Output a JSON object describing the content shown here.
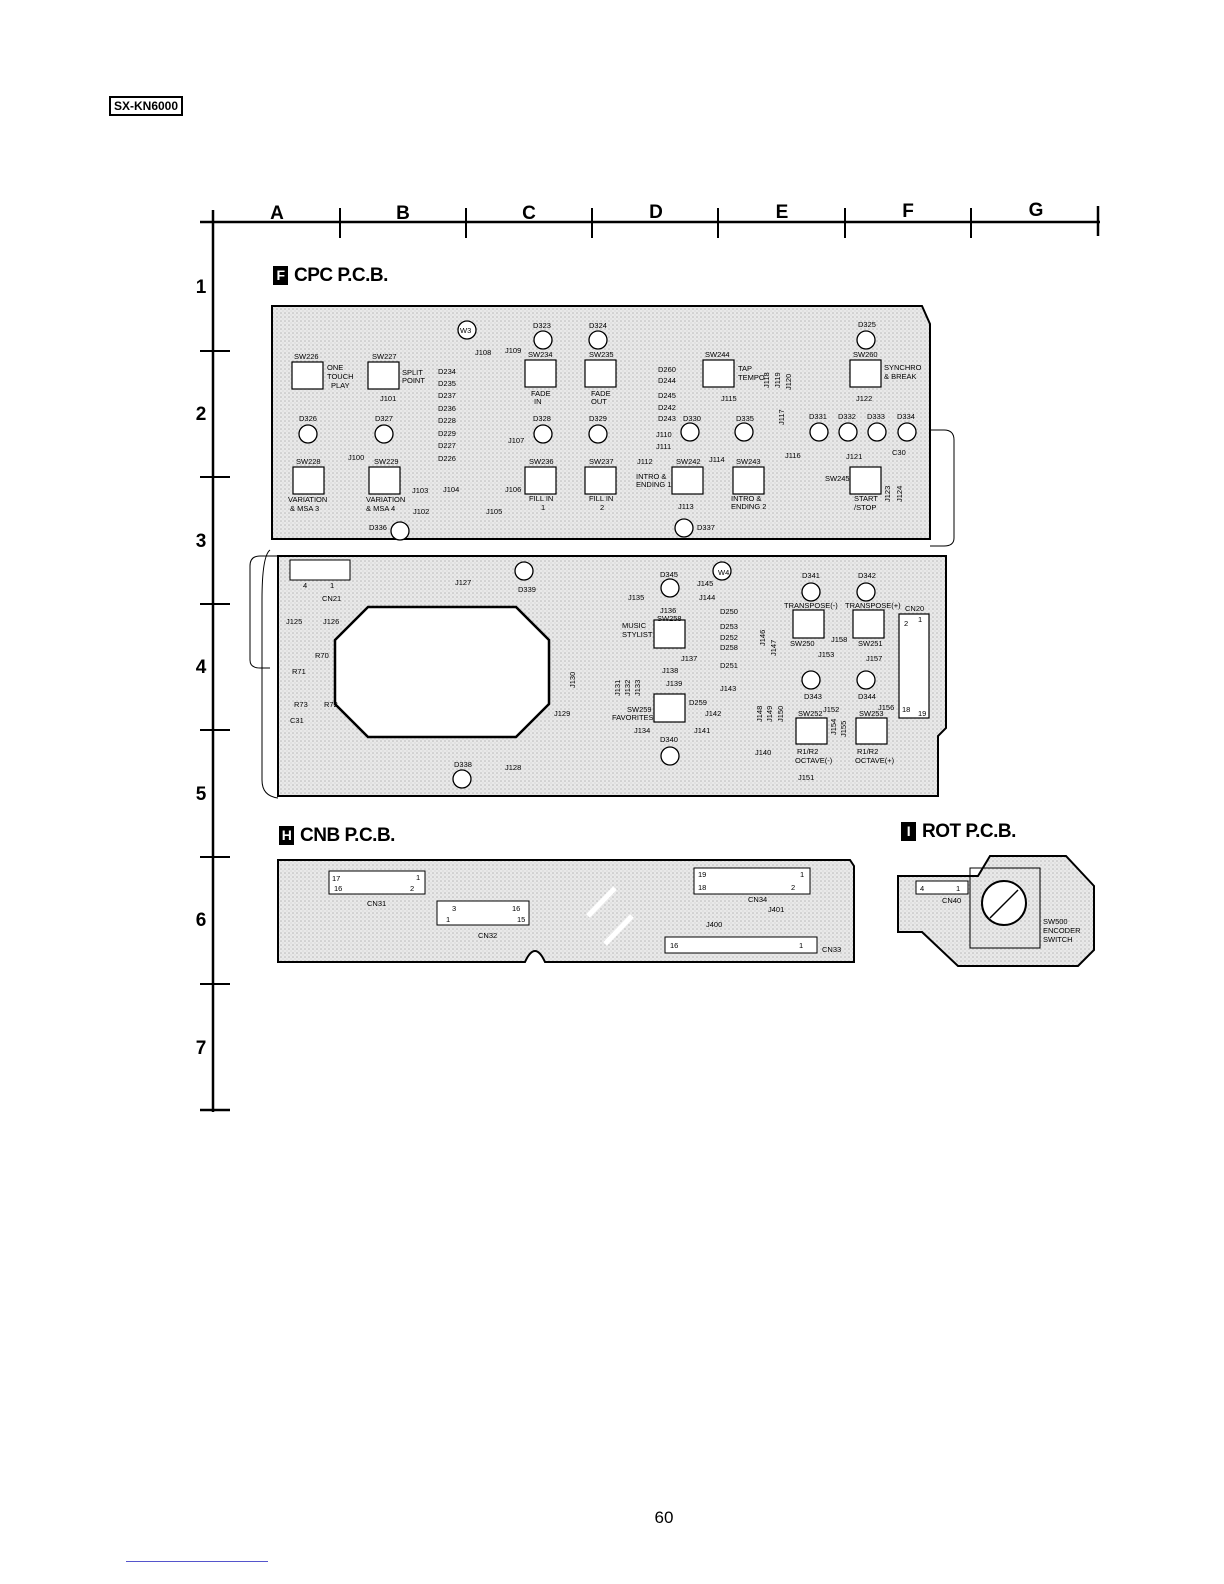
{
  "header": {
    "model": "SX-KN6000"
  },
  "grid": {
    "columns": [
      "A",
      "B",
      "C",
      "D",
      "E",
      "F",
      "G"
    ],
    "rows": [
      "1",
      "2",
      "3",
      "4",
      "5",
      "6",
      "7"
    ]
  },
  "sections": {
    "cpc": {
      "letter": "F",
      "title": "CPC P.C.B."
    },
    "cnb": {
      "letter": "H",
      "title": "CNB P.C.B."
    },
    "rot": {
      "letter": "I",
      "title": "ROT P.C.B."
    }
  },
  "cpc_labels": {
    "sw226": "SW226",
    "one_touch": "ONE",
    "one_touch2": "TOUCH",
    "one_touch3": "PLAY",
    "sw227": "SW227",
    "split": "SPLIT",
    "point": "POINT",
    "j101": "J101",
    "w3": "W3",
    "j108": "J108",
    "j109": "J109",
    "d323": "D323",
    "sw234": "SW234",
    "fade_in": "FADE",
    "fade_in2": "IN",
    "d324": "D324",
    "sw235": "SW235",
    "fade_out": "FADE",
    "fade_out2": "OUT",
    "d260": "D260",
    "d244": "D244",
    "d245": "D245",
    "d242": "D242",
    "d243": "D243",
    "sw244": "SW244",
    "tap": "TAP",
    "tempo": "TEMPO",
    "j115": "J115",
    "j118": "J118",
    "j119": "J119",
    "j120": "J120",
    "d325": "D325",
    "sw260": "SW260",
    "synchro": "SYNCHRO",
    "break": "& BREAK",
    "j122": "J122",
    "d234": "D234",
    "d235": "D235",
    "d237": "D237",
    "d236": "D236",
    "d228": "D228",
    "d229": "D229",
    "d227": "D227",
    "d226": "D226",
    "d326": "D326",
    "d327": "D327",
    "d328": "D328",
    "d329": "D329",
    "d330": "D330",
    "d335": "D335",
    "d331": "D331",
    "d332": "D332",
    "d333": "D333",
    "d334": "D334",
    "j107": "J107",
    "j110": "J110",
    "j111": "J111",
    "j112": "J112",
    "j114": "J114",
    "j116": "J116",
    "j117": "J117",
    "sw228": "SW228",
    "var3": "VARIATION",
    "msa3": "& MSA 3",
    "j100": "J100",
    "sw229": "SW229",
    "var4": "VARIATION",
    "msa4": "& MSA 4",
    "j103": "J103",
    "j104": "J104",
    "j102": "J102",
    "j105": "J105",
    "j106": "J106",
    "sw236": "SW236",
    "fill1": "FILL IN",
    "fill1n": "1",
    "sw237": "SW237",
    "fill2": "FILL IN",
    "fill2n": "2",
    "intro1": "INTRO &",
    "ending1": "ENDING 1",
    "sw242": "SW242",
    "sw243": "SW243",
    "intro2": "INTRO &",
    "ending2": "ENDING 2",
    "j121": "J121",
    "c30": "C30",
    "sw245": "SW245",
    "start": "START",
    "stop": "/STOP",
    "j123": "J123",
    "j124": "J124",
    "d336": "D336",
    "j113": "J113",
    "d337": "D337"
  },
  "cpc2_labels": {
    "cn21": "CN21",
    "n4": "4",
    "n1": "1",
    "j127": "J127",
    "d339": "D339",
    "j125": "J125",
    "j126": "J126",
    "r70": "R70",
    "r71": "R71",
    "r73": "R73",
    "r72": "R72",
    "c31": "C31",
    "j130": "J130",
    "j129": "J129",
    "j131": "J131",
    "j132": "J132",
    "j133": "J133",
    "d345": "D345",
    "w4": "W4",
    "j145": "J145",
    "j135": "J135",
    "j144": "J144",
    "j136": "J136",
    "sw258": "SW258",
    "music": "MUSIC",
    "stylist": "STYLIST",
    "d250": "D250",
    "d253": "D253",
    "d252": "D252",
    "d258": "D258",
    "d251": "D251",
    "j137": "J137",
    "j138": "J138",
    "j139": "J139",
    "d259": "D259",
    "j143": "J143",
    "sw259": "SW259",
    "favorites": "FAVORITES",
    "j142": "J142",
    "j134": "J134",
    "j141": "J141",
    "d340": "D340",
    "j146": "J146",
    "j147": "J147",
    "j148": "J148",
    "j149": "J149",
    "j150": "J150",
    "j140": "J140",
    "d341": "D341",
    "d342": "D342",
    "transpose_m": "TRANSPOSE(-)",
    "transpose_p": "TRANSPOSE(+)",
    "sw250": "SW250",
    "j158": "J158",
    "sw251": "SW251",
    "j153": "J153",
    "j157": "J157",
    "d343": "D343",
    "d344": "D344",
    "sw252": "SW252",
    "j152": "J152",
    "j154": "J154",
    "j155": "J155",
    "j156": "J156",
    "sw253": "SW253",
    "r1r2a": "R1/R2",
    "octave_m": "OCTAVE(-)",
    "r1r2b": "R1/R2",
    "octave_p": "OCTAVE(+)",
    "j151": "J151",
    "cn20": "CN20",
    "n2": "2",
    "n1b": "1",
    "n18": "18",
    "n19": "19",
    "d338": "D338",
    "j128": "J128"
  },
  "cnb_labels": {
    "n17": "17",
    "n1a": "1",
    "n16a": "16",
    "n2a": "2",
    "cn31": "CN31",
    "n3": "3",
    "n16b": "16",
    "n1c": "1",
    "n15": "15",
    "cn32": "CN32",
    "n19": "19",
    "n18": "18",
    "n1d": "1",
    "n2b": "2",
    "cn34": "CN34",
    "j401": "J401",
    "j400": "J400",
    "n16c": "16",
    "n1e": "1",
    "cn33": "CN33"
  },
  "rot_labels": {
    "n4": "4",
    "n1": "1",
    "cn40": "CN40",
    "sw500": "SW500",
    "encoder": "ENCODER",
    "switch": "SWITCH"
  },
  "footer": {
    "page": "60"
  }
}
